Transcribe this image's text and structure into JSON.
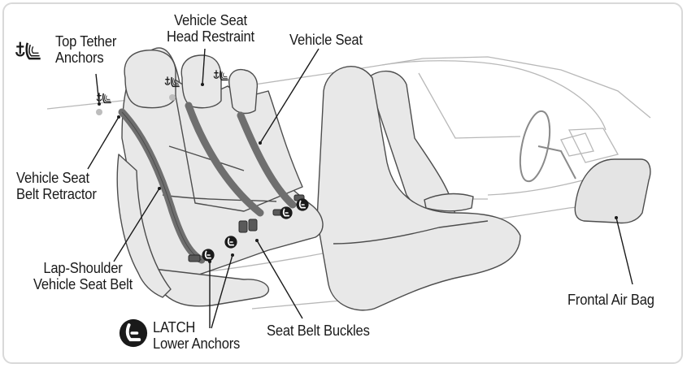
{
  "labels": {
    "top_tether": [
      "Top Tether",
      "Anchors"
    ],
    "head_restraint": [
      "Vehicle Seat",
      "Head Restraint"
    ],
    "vehicle_seat": "Vehicle Seat",
    "retractor": [
      "Vehicle Seat",
      "Belt Retractor"
    ],
    "lap_shoulder": [
      "Lap-Shoulder",
      "Vehicle Seat Belt"
    ],
    "latch": [
      "LATCH",
      "Lower Anchors"
    ],
    "buckles": "Seat Belt Buckles",
    "air_bag": "Frontal Air Bag"
  },
  "colors": {
    "seat_fill": "#e8e8e8",
    "seat_outline": "#4d4d4d",
    "belt": "#6f6f6f",
    "car_outline": "#b8b8b8",
    "airbag": "#e4e4e4",
    "leader": "#1a1a1a"
  },
  "icons": {
    "tether": "top-tether-anchor-icon",
    "latch": "latch-lower-anchor-icon"
  }
}
